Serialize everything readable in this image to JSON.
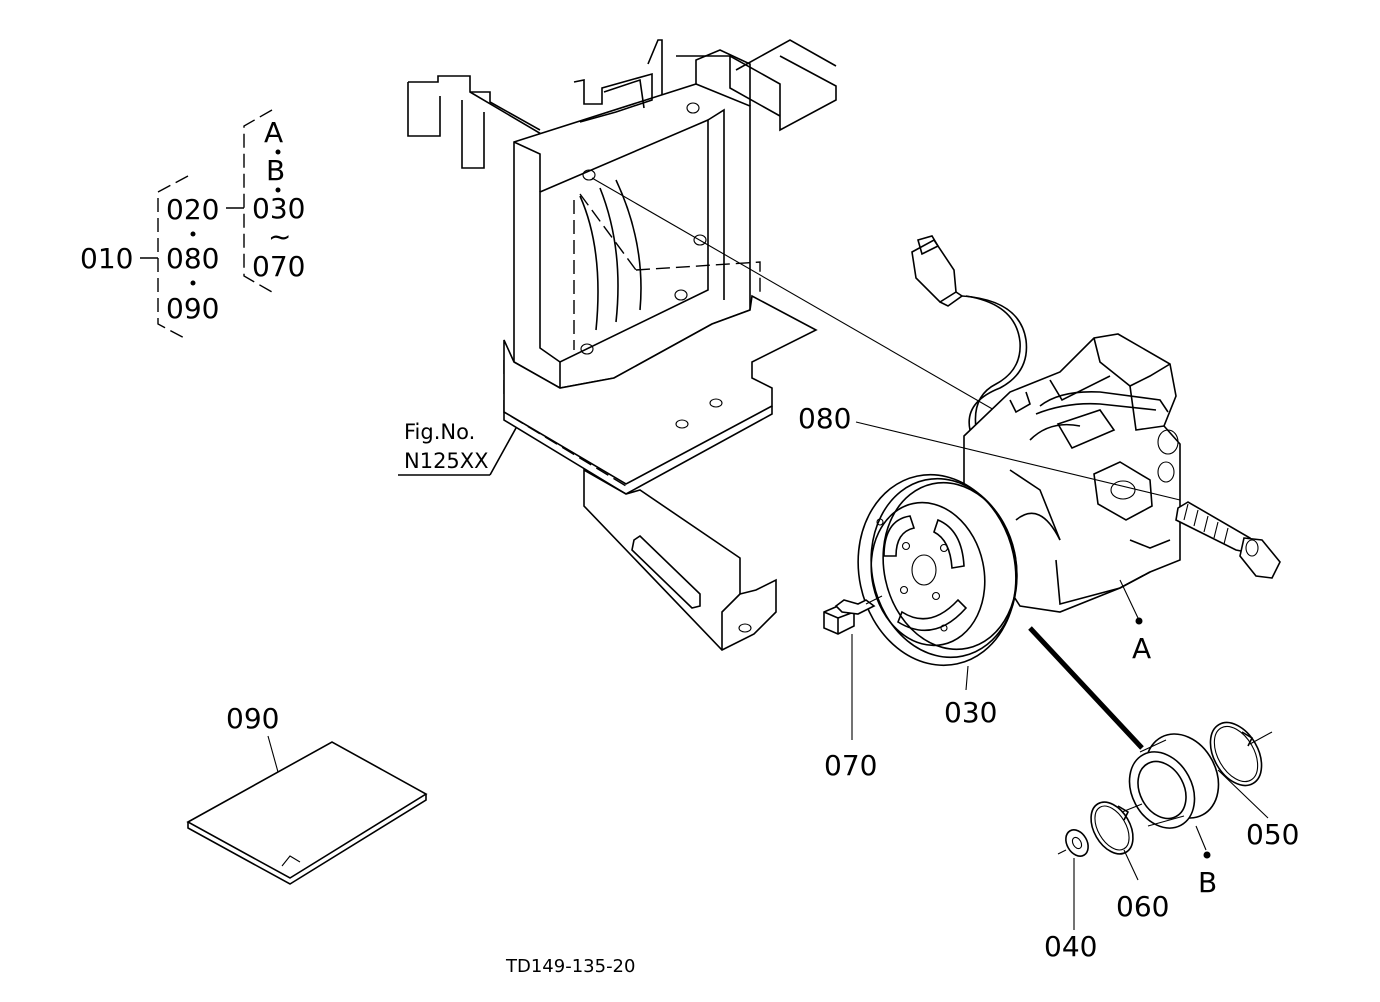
{
  "tree": {
    "root": "010",
    "level1": [
      "020",
      "080",
      "090"
    ],
    "level2_top": [
      "A",
      "B"
    ],
    "level2_main": [
      "030",
      "070"
    ],
    "range_symbol": "~"
  },
  "figure_ref": {
    "line1": "Fig.No.",
    "line2": "N125XX"
  },
  "callouts": {
    "p080": "080",
    "p030": "030",
    "p070": "070",
    "p090": "090",
    "p040": "040",
    "p060": "060",
    "p050": "050",
    "a": "A",
    "b": "B"
  },
  "drawing_code": "TD149-135-20"
}
